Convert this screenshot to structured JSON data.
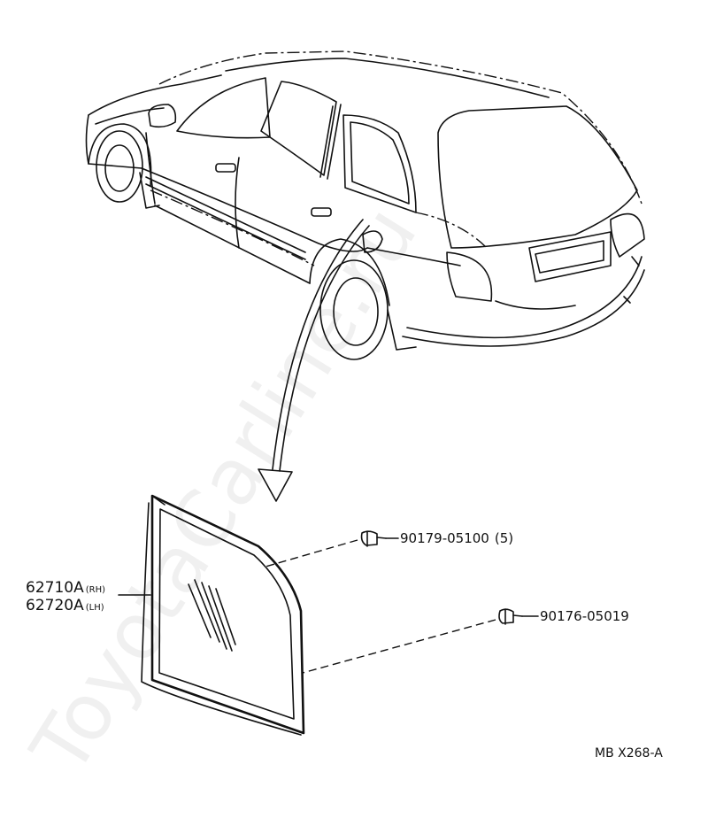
{
  "watermark": "ToyotaCarline.ru",
  "parts": [
    {
      "number": "62710A",
      "side": "(RH)"
    },
    {
      "number": "62720A",
      "side": "(LH)"
    }
  ],
  "fasteners": [
    {
      "number": "90179-05100",
      "qty": "(5)"
    },
    {
      "number": "90176-05019"
    }
  ],
  "diagram_ref": "MB X268-A"
}
